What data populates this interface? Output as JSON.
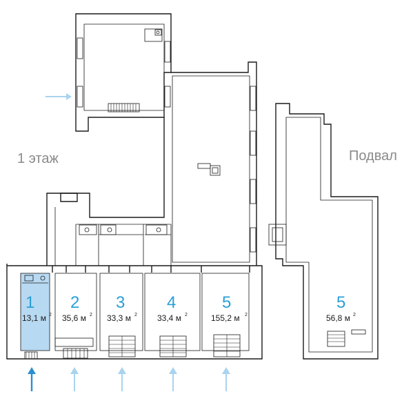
{
  "floors": {
    "ground_label": "1 этаж",
    "basement_label": "Подвал"
  },
  "units": [
    {
      "number": "1",
      "area": "13,1 м",
      "sup": "2",
      "highlighted": true
    },
    {
      "number": "2",
      "area": "35,6 м",
      "sup": "2",
      "highlighted": false
    },
    {
      "number": "3",
      "area": "33,3 м",
      "sup": "2",
      "highlighted": false
    },
    {
      "number": "4",
      "area": "33,4 м",
      "sup": "2",
      "highlighted": false
    },
    {
      "number": "5",
      "area": "155,2 м",
      "sup": "2",
      "highlighted": false
    },
    {
      "number": "5",
      "area": "56,8 м",
      "sup": "2",
      "highlighted": false
    }
  ],
  "colors": {
    "highlight_fill": "#b8d9f2",
    "accent": "#2a9fd6",
    "arrow_active": "#2a8fd0",
    "arrow_muted": "#a9d3ee",
    "label_gray": "#8a8a8a",
    "wall": "#1a1a1a"
  }
}
